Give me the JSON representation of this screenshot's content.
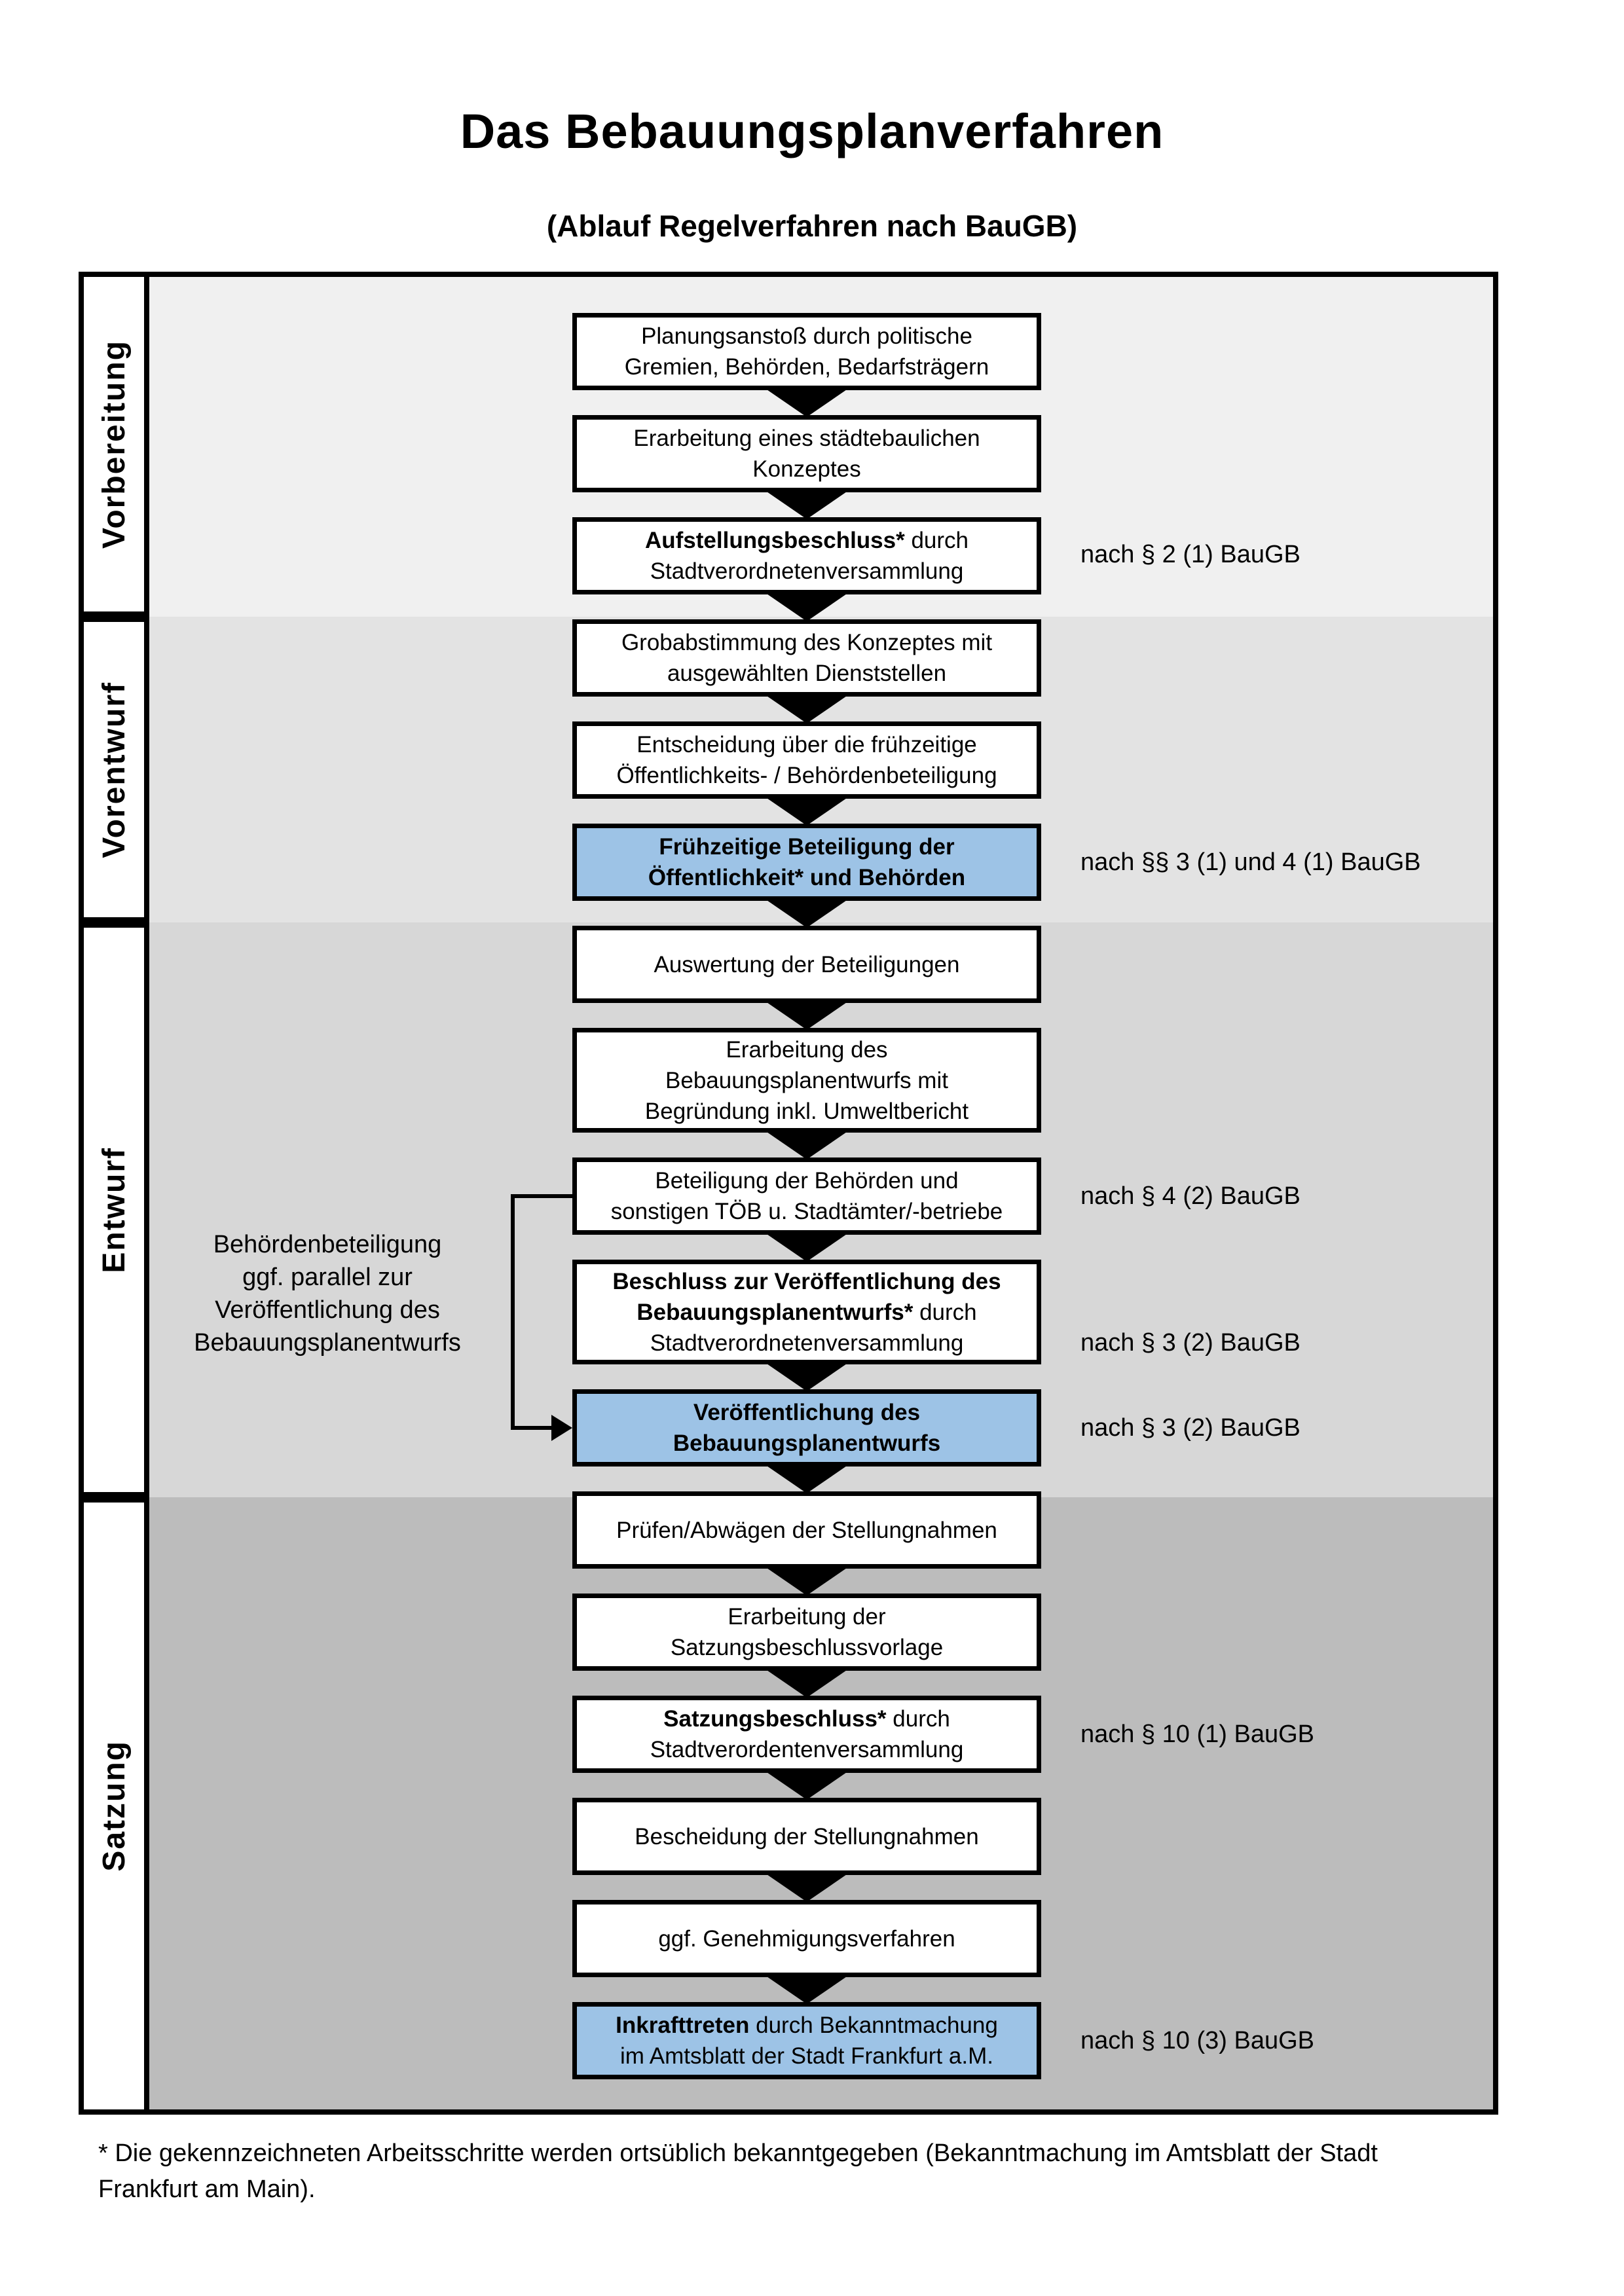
{
  "title": "Das Bebauungsplanverfahren",
  "subtitle": "(Ablauf Regelverfahren nach BauGB)",
  "phases": [
    {
      "label": "Vorbereitung"
    },
    {
      "label": "Vorentwurf"
    },
    {
      "label": "Entwurf"
    },
    {
      "label": "Satzung"
    }
  ],
  "flow": {
    "boxes": [
      {
        "id": "planungsanstoss",
        "style": "plain",
        "lines": [
          [
            {
              "t": "Planungsanstoß durch politische"
            }
          ],
          [
            {
              "t": "Gremien, Behörden, Bedarfsträgern"
            }
          ]
        ]
      },
      {
        "id": "konzept-erarbeitung",
        "style": "plain",
        "lines": [
          [
            {
              "t": "Erarbeitung eines städtebaulichen"
            }
          ],
          [
            {
              "t": "Konzeptes"
            }
          ]
        ]
      },
      {
        "id": "aufstellungsbeschluss",
        "style": "plain",
        "lines": [
          [
            {
              "t": "Aufstellungsbeschluss*",
              "b": true
            },
            {
              "t": " durch"
            }
          ],
          [
            {
              "t": "Stadtverordnetenversammlung"
            }
          ]
        ]
      },
      {
        "id": "grobabstimmung",
        "style": "plain",
        "lines": [
          [
            {
              "t": "Grobabstimmung des Konzeptes mit"
            }
          ],
          [
            {
              "t": "ausgewählten Dienststellen"
            }
          ]
        ]
      },
      {
        "id": "entscheidung-beteiligung",
        "style": "plain",
        "lines": [
          [
            {
              "t": "Entscheidung über die frühzeitige"
            }
          ],
          [
            {
              "t": "Öffentlichkeits- / Behördenbeteiligung"
            }
          ]
        ]
      },
      {
        "id": "fruehzeitige-beteiligung",
        "style": "highlight",
        "lines": [
          [
            {
              "t": "Frühzeitige Beteiligung der",
              "b": true
            }
          ],
          [
            {
              "t": "Öffentlichkeit* und Behörden",
              "b": true
            }
          ]
        ]
      },
      {
        "id": "auswertung-beteiligungen",
        "style": "plain",
        "lines": [
          [
            {
              "t": "Auswertung der Beteiligungen"
            }
          ]
        ]
      },
      {
        "id": "entwurf-erarbeitung",
        "style": "plain",
        "lines": [
          [
            {
              "t": "Erarbeitung des"
            }
          ],
          [
            {
              "t": "Bebauungsplanentwurfs mit"
            }
          ],
          [
            {
              "t": "Begründung inkl. Umweltbericht"
            }
          ]
        ]
      },
      {
        "id": "behoerden-beteiligung",
        "style": "plain",
        "lines": [
          [
            {
              "t": "Beteiligung der Behörden und"
            }
          ],
          [
            {
              "t": "sonstigen TÖB u. Stadtämter/-betriebe"
            }
          ]
        ]
      },
      {
        "id": "veroeffentlichungs-beschluss",
        "style": "plain",
        "lines": [
          [
            {
              "t": "Beschluss zur Veröffentlichung des",
              "b": true
            }
          ],
          [
            {
              "t": "Bebauungsplanentwurfs*",
              "b": true
            },
            {
              "t": " durch"
            }
          ],
          [
            {
              "t": "Stadtverordnetenversammlung"
            }
          ]
        ]
      },
      {
        "id": "veroeffentlichung",
        "style": "highlight",
        "lines": [
          [
            {
              "t": "Veröffentlichung des",
              "b": true
            }
          ],
          [
            {
              "t": "Bebauungsplanentwurfs",
              "b": true
            }
          ]
        ]
      },
      {
        "id": "pruefen-abwaegen",
        "style": "plain",
        "lines": [
          [
            {
              "t": "Prüfen/Abwägen der Stellungnahmen"
            }
          ]
        ]
      },
      {
        "id": "satzungsvorlage",
        "style": "plain",
        "lines": [
          [
            {
              "t": "Erarbeitung der"
            }
          ],
          [
            {
              "t": "Satzungsbeschlussvorlage"
            }
          ]
        ]
      },
      {
        "id": "satzungsbeschluss",
        "style": "plain",
        "lines": [
          [
            {
              "t": "Satzungsbeschluss*",
              "b": true
            },
            {
              "t": " durch"
            }
          ],
          [
            {
              "t": "Stadtverordentenversammlung"
            }
          ]
        ]
      },
      {
        "id": "bescheidung",
        "style": "plain",
        "lines": [
          [
            {
              "t": "Bescheidung der Stellungnahmen"
            }
          ]
        ]
      },
      {
        "id": "genehmigungsverfahren",
        "style": "plain",
        "lines": [
          [
            {
              "t": "ggf. Genehmigungsverfahren"
            }
          ]
        ]
      },
      {
        "id": "inkrafttreten",
        "style": "highlight",
        "lines": [
          [
            {
              "t": "Inkrafttreten",
              "b": true
            },
            {
              "t": " durch Bekanntmachung"
            }
          ],
          [
            {
              "t": "im Amtsblatt der Stadt Frankfurt a.M."
            }
          ]
        ]
      }
    ]
  },
  "right_notes": [
    {
      "text": "nach § 2 (1) BauGB"
    },
    {
      "text": "nach §§ 3 (1) und 4 (1) BauGB"
    },
    {
      "text": "nach § 4 (2) BauGB"
    },
    {
      "text": "nach § 3 (2) BauGB"
    },
    {
      "text": "nach § 3 (2) BauGB"
    },
    {
      "text": "nach § 10 (1) BauGB"
    },
    {
      "text": "nach § 10 (3) BauGB"
    }
  ],
  "side_note": {
    "lines": [
      "Behördenbeteiligung",
      "ggf. parallel zur",
      "Veröffentlichung des",
      "Bebauungsplanentwurfs"
    ]
  },
  "footnote": {
    "line1": "* Die gekennzeichneten Arbeitsschritte werden ortsüblich bekanntgegeben (Bekanntmachung im Amtsblatt  der Stadt",
    "line2": "Frankfurt am Main)."
  },
  "colors": {
    "highlight_box": "#9dc3e6",
    "phase_bands": [
      "#f0f0f0",
      "#e3e3e3",
      "#d7d7d7",
      "#bcbcbc"
    ],
    "box_border": "#000000"
  }
}
